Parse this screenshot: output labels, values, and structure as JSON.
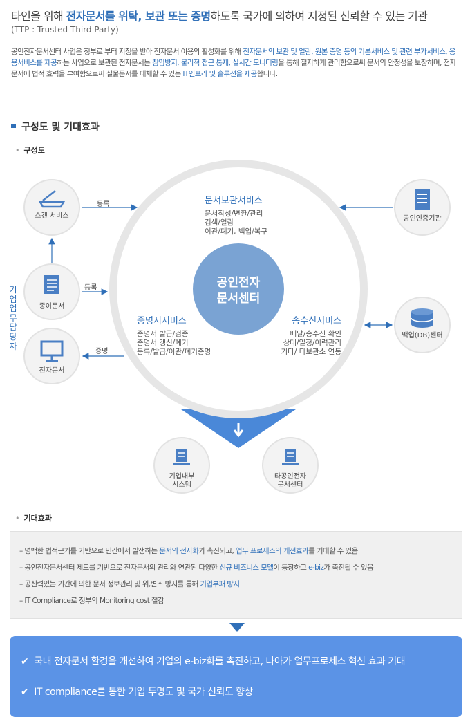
{
  "header": {
    "title_parts": [
      "타인을 위해 ",
      "전자문서를 위탁, 보관 또는 증명",
      "하도록  국가에 의하여 지정된 신뢰할 수 있는 기관"
    ],
    "subtitle": "(TTP : Trusted Third Party)"
  },
  "intro": {
    "parts": [
      "공인전자문서센터 사업은 정부로 부터 지정을 받아 전자문서 이용의 활성화를 위해 ",
      "전자문서의 보관 및 열람, 원본 증명 등의 기본서비스 및 관련 부가서비스, 응용서비스를 제공",
      "하는 사업으로 보관된 전자문서는 ",
      "침입방지, 물리적 접근 통제, 실시간 모니터링",
      "을 통해 철저하게 관리함으로써 문서의 안정성을 보장하며, 전자문서에 법적 효력을 부여함으로써 실물문서를 대체할 수 있는 ",
      "IT인프라 및 솔루션을 제공",
      "합니다."
    ]
  },
  "section": {
    "title": "구성도 및 기대효과",
    "sub1": "구성도",
    "sub2": "기대효과",
    "bullet": "•"
  },
  "diagram": {
    "center": [
      "공인전자",
      "문서센터"
    ],
    "vertical_label": [
      "기",
      "업",
      "업",
      "무",
      "담",
      "당",
      "자"
    ],
    "nodes": {
      "scan": "스캔 서비스",
      "paper": "종이문서",
      "edoc": "전자문서",
      "cert": "공인인증기관",
      "backup": "백업(DB)센터",
      "internal": [
        "기업내부",
        "시스템"
      ],
      "other_center": [
        "타공인전자",
        "문서센터"
      ]
    },
    "arrows": {
      "reg1": "등록",
      "reg2": "등록",
      "proof": "증명"
    },
    "services": {
      "storage": {
        "title": "문서보관서비스",
        "lines": [
          "문서작성/변환/관리",
          "검색/열람",
          "이관/폐기, 백업/복구"
        ]
      },
      "certificate": {
        "title": "증명서서비스",
        "lines": [
          "증명서 발급/검증",
          "증명서 갱신/폐기",
          "등록/발급/이관/폐기증명"
        ]
      },
      "transmit": {
        "title": "송수신서비스",
        "lines": [
          "배달/송수신 확인",
          "상태/일정/이력관리",
          "기타/ 타보관소 연동"
        ]
      }
    },
    "icons": {
      "scan": "scanner-icon",
      "paper": "document-icon",
      "edoc": "monitor-icon",
      "cert": "document-list-icon",
      "backup": "database-icon",
      "internal": "server-icon",
      "other_center": "server-icon"
    }
  },
  "effects": [
    {
      "parts": [
        "명백한 법적근거를 기반으로 민간에서 발생하는 ",
        "문서의 전자화",
        "가 촉진되고, ",
        "업무 프로세스의 개선효과",
        "를 기대할 수 있음"
      ]
    },
    {
      "parts": [
        "공인전자문서센터 제도를 기반으로 전자문서의 관리와 연관된 다양한 ",
        "신규 비즈니스 모델",
        "이 등장하고 ",
        "e-biz",
        "가 촉진될 수 있음"
      ]
    },
    {
      "parts": [
        "공신력있는 기간에 의한 문서 정보관리 및 위,변조 방지를 통해 ",
        "기업부패 방지",
        "",
        "",
        ""
      ]
    },
    {
      "parts": [
        "IT Compliance로 정부의 Monitoring cost 절감",
        "",
        "",
        "",
        ""
      ]
    }
  ],
  "effect_dash": "–",
  "results": [
    "국내 전자문서 환경을 개선하여 기업의  e-biz화를 촉진하고, 나아가 업무프로세스 혁신 효과 기대",
    "IT compliance를 통한 기업 투명도 및 국가 신뢰도 향상"
  ],
  "result_check": "✔",
  "colors": {
    "accent": "#2f6fb8",
    "center_circle": "#7aa3d3",
    "ring_outer": "#e8e8e8",
    "funnel": "#4a88d8",
    "result_box": "#5b93e6"
  }
}
